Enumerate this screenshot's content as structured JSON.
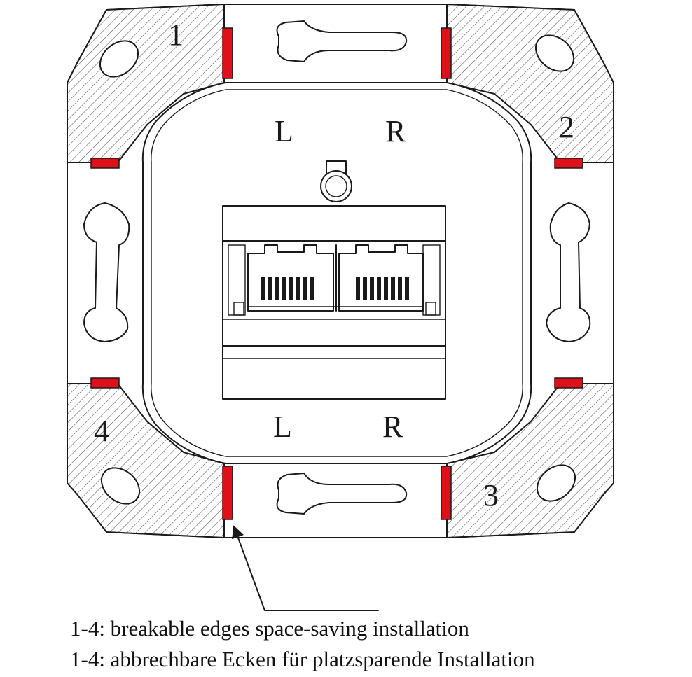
{
  "labels": {
    "top_left": "L",
    "top_right": "R",
    "bottom_left": "L",
    "bottom_right": "R",
    "corner_1": "1",
    "corner_2": "2",
    "corner_3": "3",
    "corner_4": "4"
  },
  "captions": {
    "english": "1-4: breakable edges space-saving installation",
    "german": "1-4: abbrechbare Ecken für platzsparende Installation"
  },
  "colors": {
    "break_marker": "#e0101a",
    "line": "#1a1a1a",
    "background": "#ffffff"
  }
}
